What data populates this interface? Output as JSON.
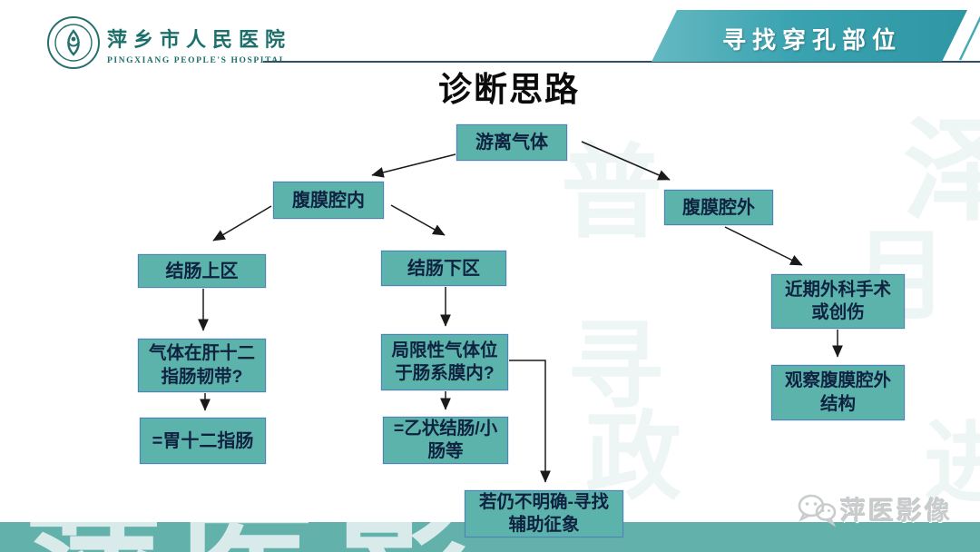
{
  "header": {
    "hospital_name": "萍乡市人民医院",
    "hospital_name_en": "PINGXIANG PEOPLE'S HOSPITAL",
    "banner_label": "寻找穿孔部位",
    "logo_icon": "hospital-emblem-icon"
  },
  "slide": {
    "title": "诊断思路"
  },
  "flow": {
    "nodes": [
      {
        "label": "游离气体"
      },
      {
        "label": "腹膜腔内"
      },
      {
        "label": "腹膜腔外"
      },
      {
        "label": "结肠上区"
      },
      {
        "label": "结肠下区"
      },
      {
        "label": "气体在肝十二\n指肠韧带?"
      },
      {
        "label": "局限性气体位\n于肠系膜内?"
      },
      {
        "label": "=胃十二指肠"
      },
      {
        "label": "=乙状结肠/小\n肠等"
      },
      {
        "label": "近期外科手术\n或创伤"
      },
      {
        "label": "观察腹膜腔外\n结构"
      },
      {
        "label": "若仍不明确-寻找\n辅助征象"
      }
    ]
  },
  "footer": {
    "brand_label": "萍医影像",
    "brand_icon": "wechat-bubbles-icon"
  },
  "watermarks": {
    "band_chars": "萍医影像",
    "bg_chars": [
      "普",
      "泽",
      "寻",
      "政",
      "月",
      "进"
    ]
  },
  "colors": {
    "box_fill": "#5cb3ac",
    "box_border": "#4f82b6",
    "box_text": "#0f2240",
    "banner_teal": "#3aa3b0",
    "band_teal": "#63b1ab",
    "brand_teal": "#1d6f6b",
    "header_line": "#2e5168"
  }
}
